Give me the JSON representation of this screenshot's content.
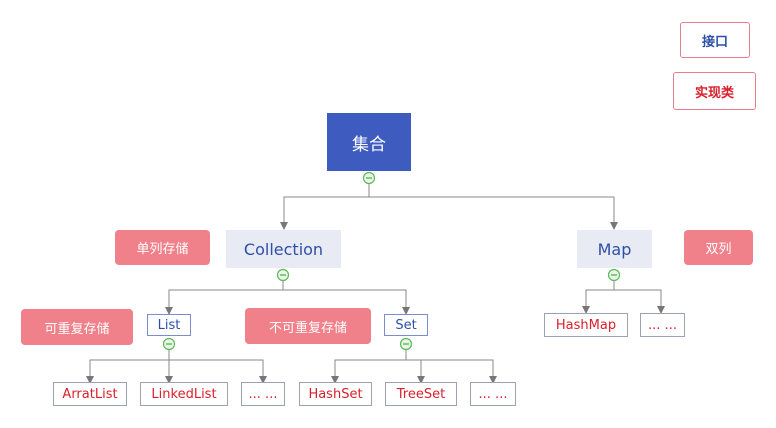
{
  "legend": {
    "interface": "接口",
    "class": "实现类"
  },
  "root": "集合",
  "collection": "Collection",
  "map": "Map",
  "list": "List",
  "set": "Set",
  "list_impls": [
    "ArratList",
    "LinkedList",
    "... ..."
  ],
  "set_impls": [
    "HashSet",
    "TreeSet",
    "... ..."
  ],
  "map_impls": [
    "HashMap",
    "... ..."
  ],
  "notes": {
    "single": "单列存储",
    "double": "双列",
    "repeatable": "可重复存储",
    "unrepeatable": "不可重复存储"
  },
  "colors": {
    "root": "#3e5bbf",
    "interface_text": "#2e4fa6",
    "class_text": "#d9202c",
    "note_bg": "#f08089",
    "toggle": "#5cb85c"
  }
}
